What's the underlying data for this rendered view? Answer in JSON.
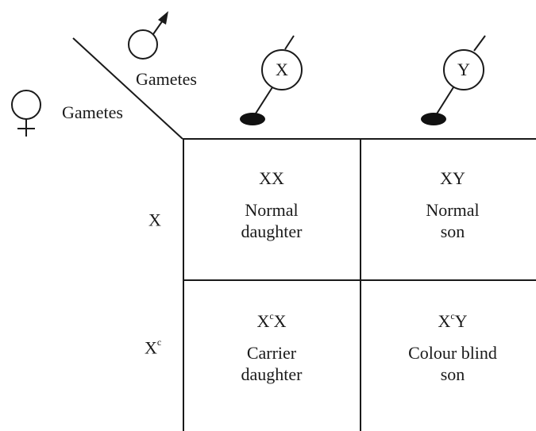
{
  "corner": {
    "male_gametes_label": "Gametes",
    "female_gametes_label": "Gametes",
    "male_symbol": "male-symbol",
    "female_symbol": "female-symbol"
  },
  "columns": [
    {
      "gamete": "X"
    },
    {
      "gamete": "Y"
    }
  ],
  "rows": [
    {
      "gamete_base": "X",
      "gamete_sup": ""
    },
    {
      "gamete_base": "X",
      "gamete_sup": "c"
    }
  ],
  "cells": [
    [
      {
        "genotype_base": "XX",
        "genotype_sup": "",
        "genotype_rest": "",
        "line1": "Normal",
        "line2": "daughter"
      },
      {
        "genotype_base": "XY",
        "genotype_sup": "",
        "genotype_rest": "",
        "line1": "Normal",
        "line2": "son"
      }
    ],
    [
      {
        "genotype_base": "X",
        "genotype_sup": "c",
        "genotype_rest": "X",
        "line1": "Carrier",
        "line2": "daughter"
      },
      {
        "genotype_base": "X",
        "genotype_sup": "c",
        "genotype_rest": "Y",
        "line1": "Colour blind",
        "line2": "son"
      }
    ]
  ]
}
